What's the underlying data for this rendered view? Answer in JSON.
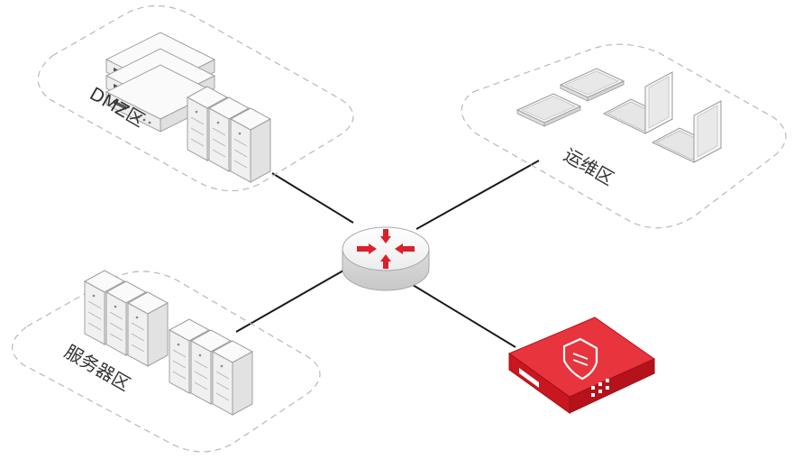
{
  "zones": {
    "dmz": {
      "label": "DMZ区",
      "icon": "server-rack-icon"
    },
    "ops": {
      "label": "运维区",
      "icon": "laptop-tablet-icon"
    },
    "server": {
      "label": "服务器区",
      "icon": "server-tower-icon"
    }
  },
  "hub": {
    "icon": "router-icon",
    "accent": "#d9202c"
  },
  "gateway": {
    "icon": "firewall-appliance-icon",
    "color": "#d9202c"
  },
  "colors": {
    "zone_border": "#b8b8b8",
    "link": "#1a1a1a",
    "device_fill": "#f7f7f7",
    "device_stroke": "#999999",
    "accent": "#d9202c"
  }
}
